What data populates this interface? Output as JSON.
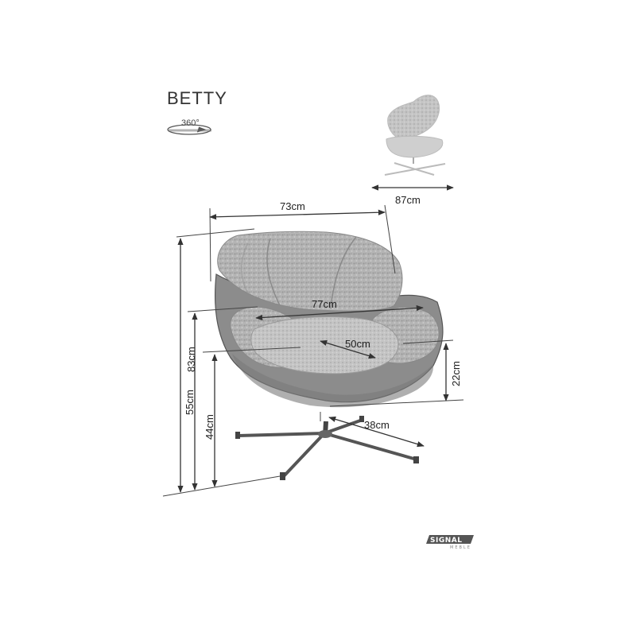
{
  "product": {
    "name": "BETTY",
    "rotation_label": "360°"
  },
  "dimensions": {
    "width_top": "73cm",
    "depth_side": "87cm",
    "seat_width": "77cm",
    "seat_depth": "50cm",
    "total_height": "83cm",
    "armrest_height": "55cm",
    "seat_height": "44cm",
    "armrest_above_seat": "22cm",
    "base_radius": "38cm"
  },
  "brand": {
    "name": "SIGNAL",
    "sub": "MEBLE"
  },
  "colors": {
    "line": "#333333",
    "fabric": "#a9a9a9",
    "shell": "#8a8a8a",
    "base": "#555555"
  }
}
